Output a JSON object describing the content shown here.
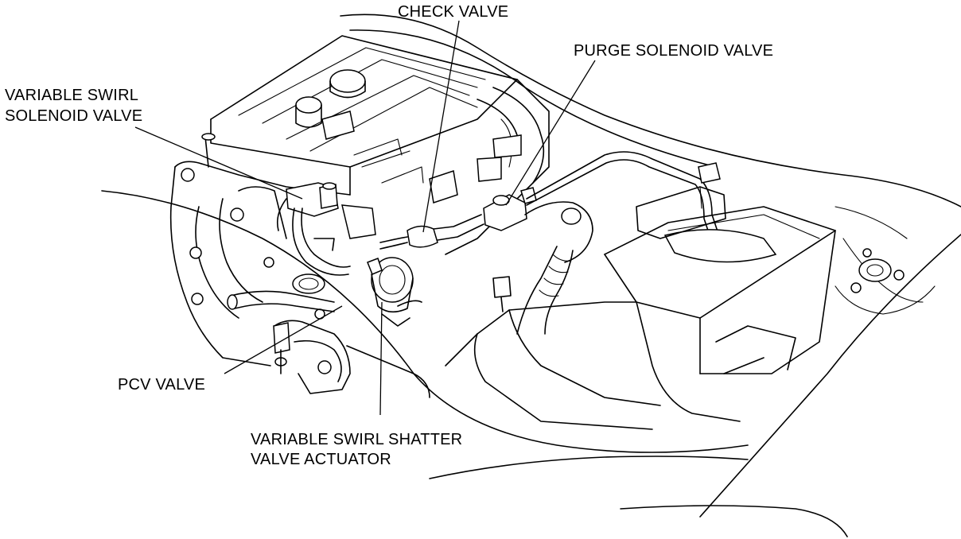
{
  "diagram": {
    "labels": {
      "check_valve": "CHECK VALVE",
      "purge_solenoid_valve": "PURGE SOLENOID VALVE",
      "variable_swirl_solenoid_line1": "VARIABLE SWIRL",
      "variable_swirl_solenoid_line2": "SOLENOID VALVE",
      "pcv_valve": "PCV VALVE",
      "swirl_shatter_actuator_line1": "VARIABLE SWIRL SHATTER",
      "swirl_shatter_actuator_line2": "VALVE ACTUATOR"
    }
  }
}
